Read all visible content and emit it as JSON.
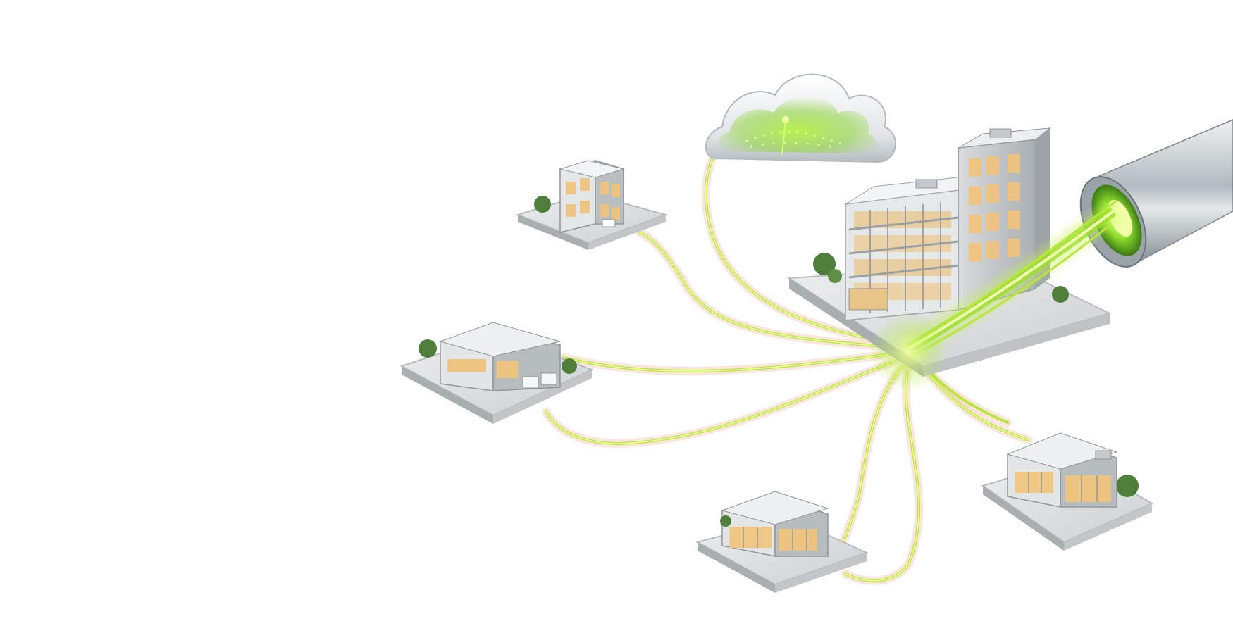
{
  "palette": {
    "background": "#ffffff",
    "fiber_green": "#9be02a",
    "fiber_glow": "#d8f36a",
    "fiber_halo": "#f4a98a",
    "cloud_light": "#f2f4f5",
    "cloud_shadow": "#b9c0c4",
    "building_gray": "#c9ccce",
    "building_dark": "#7d8286",
    "window_warm": "#f3c778",
    "platform": "#d8dadb",
    "tree_green": "#4f7d3a",
    "cable_metal": "#9aa3a8"
  },
  "nodes": [
    {
      "id": "cloud",
      "icon": "cloud-icon"
    },
    {
      "id": "headquarters-tower",
      "icon": "office-tower-icon"
    },
    {
      "id": "small-office",
      "icon": "small-office-icon"
    },
    {
      "id": "warehouse",
      "icon": "warehouse-icon"
    },
    {
      "id": "retail-store",
      "icon": "retail-store-icon"
    },
    {
      "id": "branch-office",
      "icon": "branch-office-icon"
    },
    {
      "id": "fiber-conduit",
      "icon": "fiber-conduit-icon"
    }
  ]
}
